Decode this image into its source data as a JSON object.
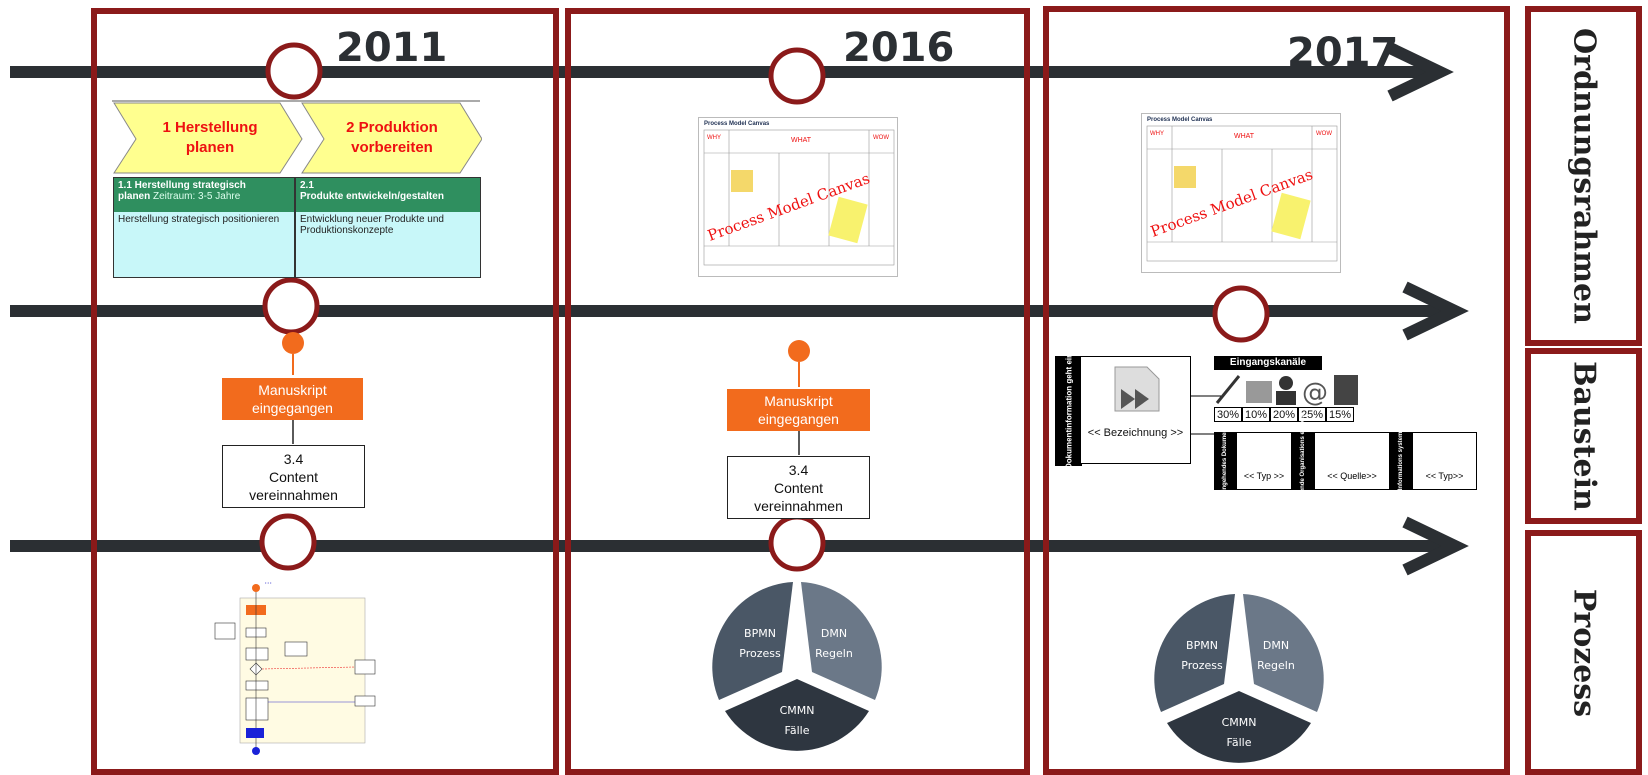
{
  "years": [
    "2011",
    "2016",
    "2017"
  ],
  "side_labels": [
    "Ordnungsrahmen",
    "Baustein",
    "Prozess"
  ],
  "value_chain": {
    "step1": [
      "1 Herstellung",
      "planen"
    ],
    "step2": [
      "2 Produktion",
      "vorbereiten"
    ],
    "row1_header_a": "1.1  Herstellung strategisch",
    "row1_header_b": "planen",
    "row1_header_c": "Zeitraum: 3-5 Jahre",
    "row1_body": "Herstellung strategisch positionieren",
    "row2_header_a": "2.1",
    "row2_header_b": "Produkte entwickeln/gestalten",
    "row2_body_a": "Entwicklung neuer Produkte und",
    "row2_body_b": "Produktionskonzepte"
  },
  "canvas": {
    "title": "Process Model Canvas",
    "stamp": "Process Model Canvas",
    "why": "WHY",
    "what": "WHAT",
    "wow": "WOW"
  },
  "event_box": [
    "Manuskript",
    "eingegangen"
  ],
  "task_box": [
    "3.4",
    "Content",
    "vereinnahmen"
  ],
  "pie": {
    "bpmn": [
      "BPMN",
      "Prozess"
    ],
    "dmn": [
      "DMN",
      "Regeln"
    ],
    "cmmn": [
      "CMMN",
      "Fälle"
    ]
  },
  "component": {
    "side_title": "Dokumentinformation geht ein",
    "channels_title": "Eingangskanäle",
    "percentages": [
      "30%",
      "10%",
      "20%",
      "25%",
      "15%"
    ],
    "bezeichnung": "<< Bezeichnung >>",
    "sub1_title": "Eingehendes Dokument",
    "sub1_value": "<< Typ >>",
    "sub2_title": "Sendende Organisations einheit",
    "sub2_value": "<< Quelle>>",
    "sub3_title": "Informations system",
    "sub3_value": "<< Typ>>"
  },
  "colors": {
    "frame": "#8b1a1a",
    "arrow": "#2b2f33",
    "orange": "#f26b1d",
    "green": "#2f8f5f",
    "cyan": "#c8f7f9",
    "chevron": "#ffff8f",
    "pie_dark": "#2e3640",
    "pie_mid": "#4a5766",
    "pie_light": "#6b7888"
  }
}
